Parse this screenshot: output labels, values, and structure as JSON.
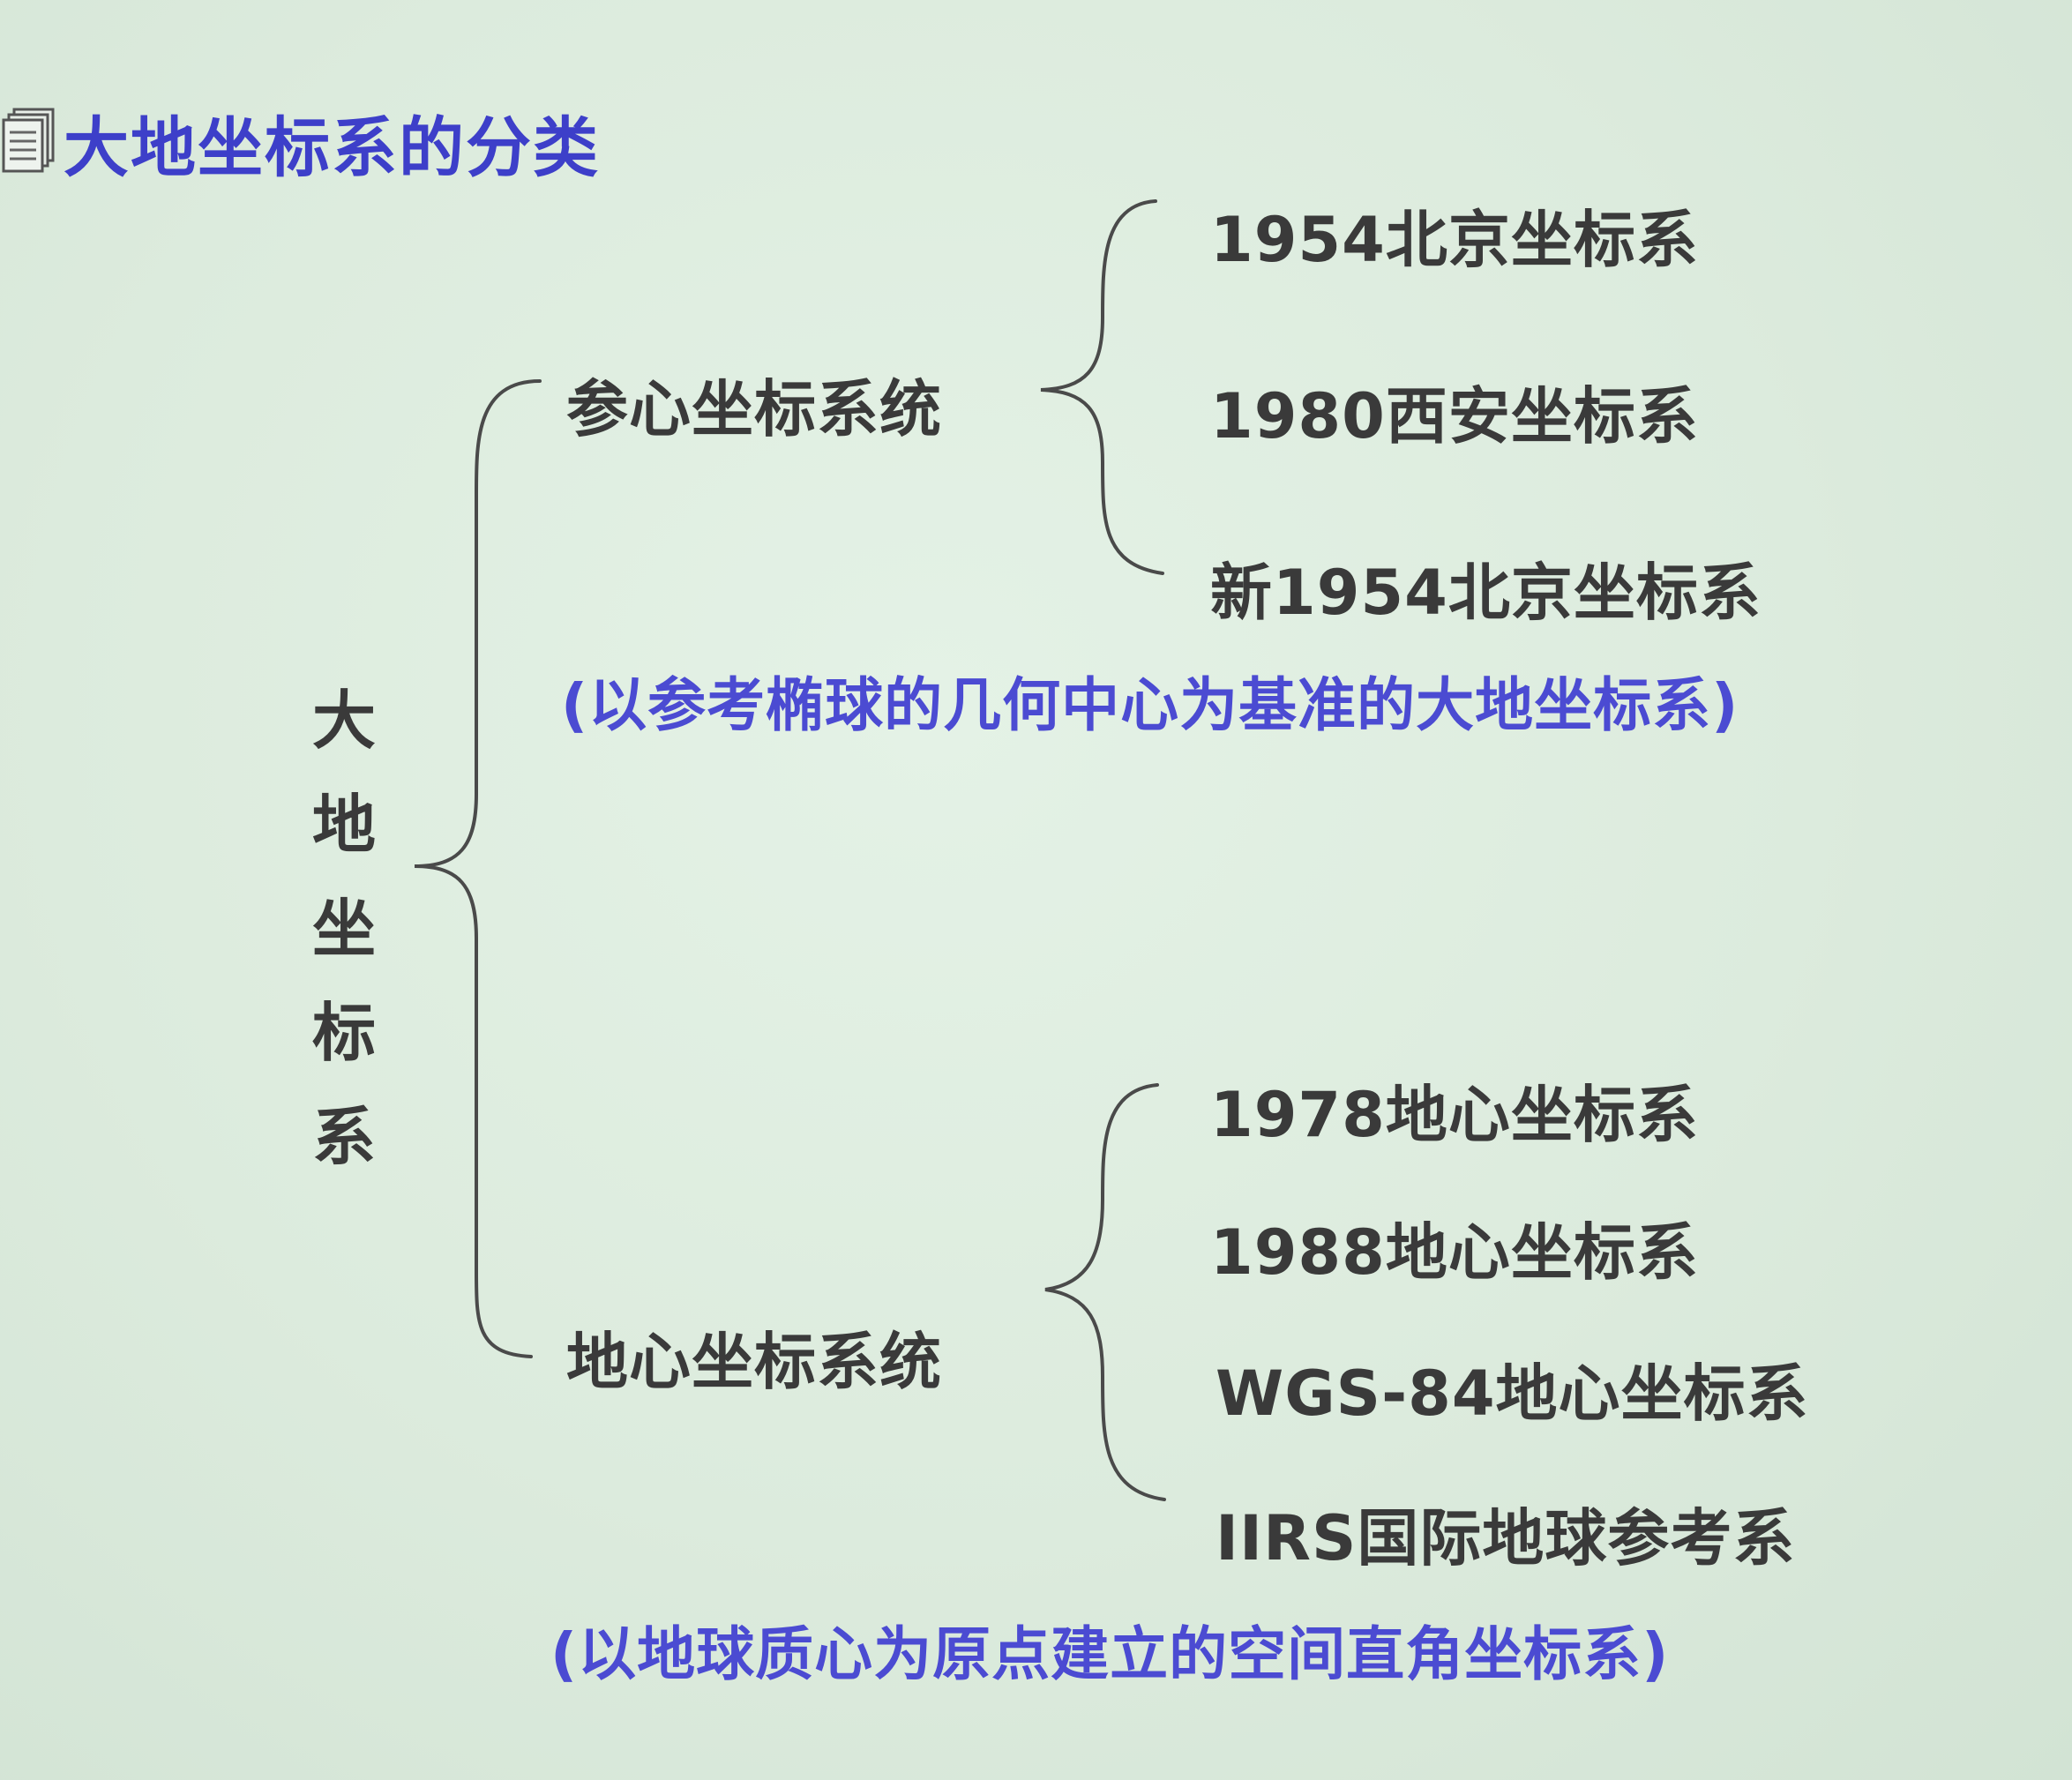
{
  "title": "大地坐标系的分类",
  "icon": "document-stack-icon",
  "colors": {
    "background": "#dcebdd",
    "title": "#3d3fc9",
    "node_text": "#3a3a3a",
    "note_text": "#4b4bd2"
  },
  "root": {
    "label": "大地坐标系"
  },
  "branches": [
    {
      "label": "参心坐标系统",
      "items": [
        "1954北京坐标系",
        "1980西安坐标系",
        "新1954北京坐标系"
      ],
      "note": "(以参考椭球的几何中心为基准的大地坐标系)"
    },
    {
      "label": "地心坐标系统",
      "items": [
        "1978地心坐标系",
        "1988地心坐标系",
        "WGS-84地心坐标系",
        "IIRS国际地球参考系"
      ],
      "note": "(以地球质心为原点建立的空间直角坐标系)"
    }
  ]
}
